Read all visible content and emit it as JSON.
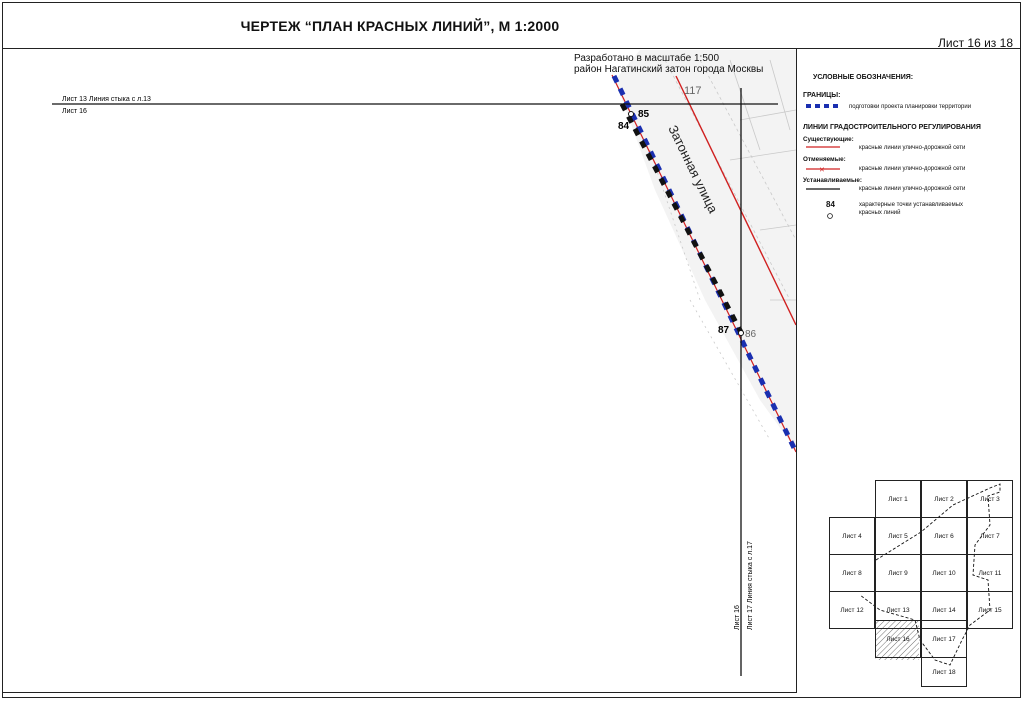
{
  "header": {
    "title": "ЧЕРТЕЖ “ПЛАН КРАСНЫХ ЛИНИЙ”, М 1:2000",
    "sheet_number": "Лист 16 из 18"
  },
  "map": {
    "scale_note_line1": "Разработано в масштабе 1:500",
    "scale_note_line2": "район Нагатинский затон города Москвы",
    "join_top_label": "Лист 13 Линия стыка с л.13",
    "join_top_sheet": "Лист 16",
    "join_right_label": "Лист 17 Линия стыка с л.17",
    "join_right_sheet": "Лист 16",
    "street_name": "Затонная улица",
    "block_number": "117",
    "points": [
      "84",
      "85",
      "87",
      "86"
    ],
    "colors": {
      "red_line": "#d02020",
      "boundary": "#1a2fb0",
      "black": "#111111"
    }
  },
  "legend": {
    "title": "УСЛОВНЫЕ ОБОЗНАЧЕНИЯ:",
    "boundaries_header": "ГРАНИЦЫ:",
    "boundaries_text": "подготовки проекта планировки территории",
    "regulation_header": "ЛИНИИ ГРАДОСТРОИТЕЛЬНОГО РЕГУЛИРОВАНИЯ",
    "existing_header": "Существующие:",
    "existing_text": "красные линии улично-дорожной сети",
    "cancelled_header": "Отменяемые:",
    "cancelled_text": "красные линии улично-дорожной сети",
    "established_header": "Устанавливаемые:",
    "established_text": "красные линии улично-дорожной сети",
    "points_sample": "84",
    "points_text_1": "характерные точки устанавливаемых",
    "points_text_2": "красных линий"
  },
  "sheet_index": {
    "cells": [
      "Лист 1",
      "Лист 2",
      "Лист 3",
      "Лист 4",
      "Лист 5",
      "Лист 6",
      "Лист 7",
      "Лист 8",
      "Лист 9",
      "Лист 10",
      "Лист 11",
      "Лист 12",
      "Лист 13",
      "Лист 14",
      "Лист 15",
      "Лист 16",
      "Лист 17",
      "Лист 18"
    ],
    "current": "Лист 16"
  }
}
